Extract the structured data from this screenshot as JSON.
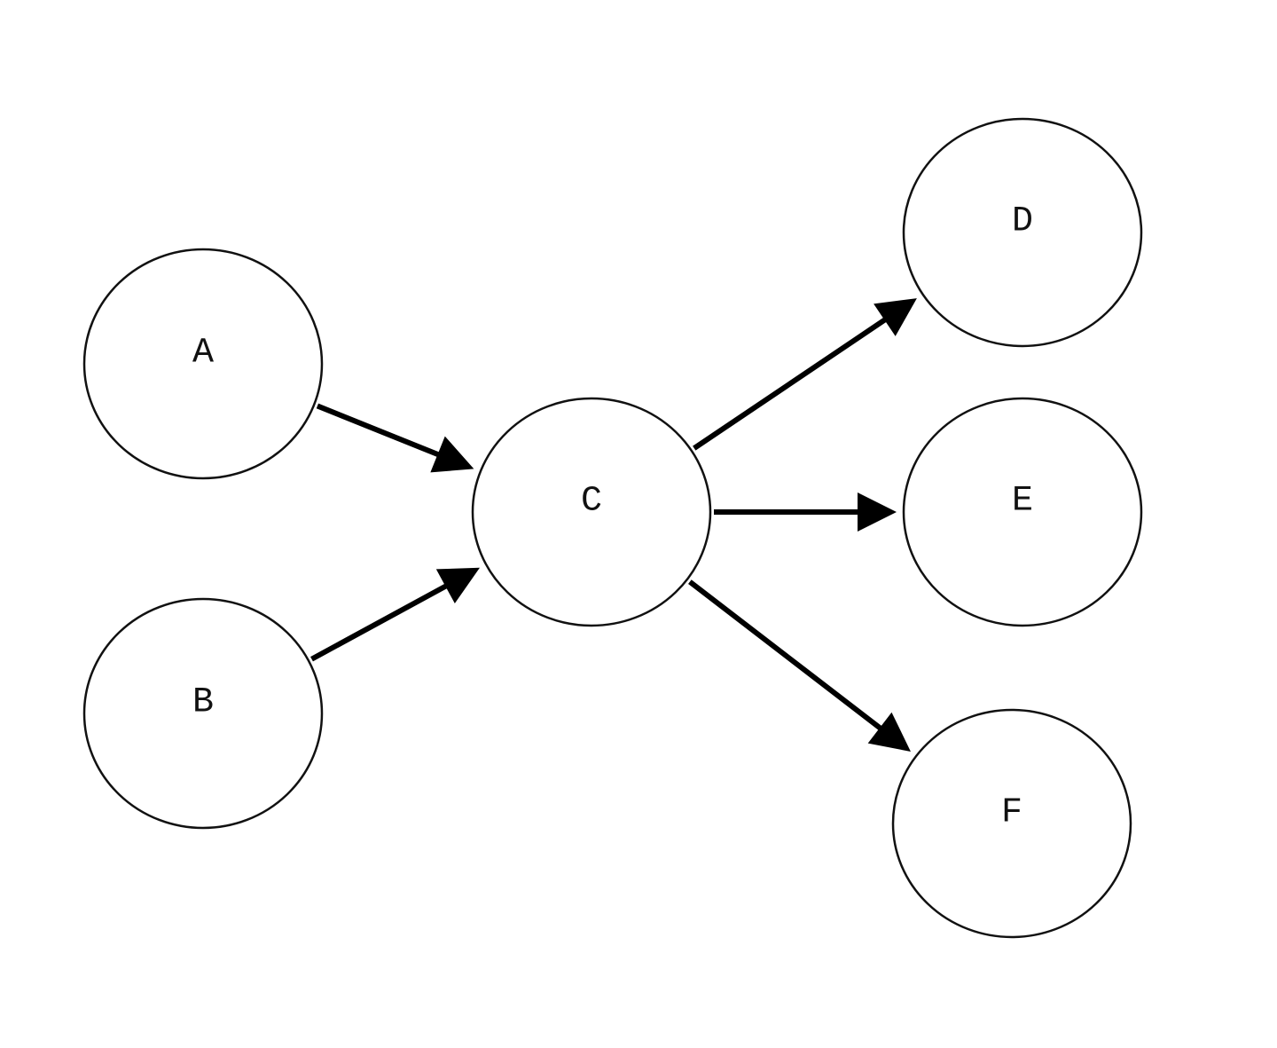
{
  "nodes": [
    {
      "id": "A",
      "label": "A"
    },
    {
      "id": "B",
      "label": "B"
    },
    {
      "id": "C",
      "label": "C"
    },
    {
      "id": "D",
      "label": "D"
    },
    {
      "id": "E",
      "label": "E"
    },
    {
      "id": "F",
      "label": "F"
    }
  ],
  "edges": [
    {
      "from": "A",
      "to": "C"
    },
    {
      "from": "B",
      "to": "C"
    },
    {
      "from": "C",
      "to": "D"
    },
    {
      "from": "C",
      "to": "E"
    },
    {
      "from": "C",
      "to": "F"
    }
  ]
}
